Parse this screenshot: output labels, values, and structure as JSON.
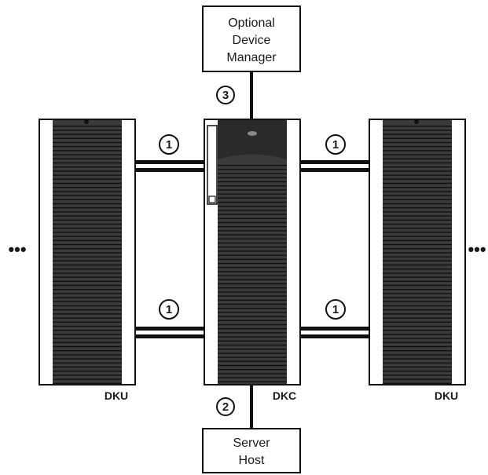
{
  "device_manager_box": {
    "lines": [
      "Optional",
      "Device",
      "Manager"
    ]
  },
  "server_host_box": {
    "lines": [
      "Server",
      "Host"
    ]
  },
  "units": {
    "left": "DKU",
    "center": "DKC",
    "right": "DKU"
  },
  "markers": {
    "device_manager_link": "3",
    "server_host_link": "2",
    "dku_link": "1"
  },
  "continuation": "•••",
  "colors": {
    "line": "#111111",
    "cabinet_fill": "#3a3a3a",
    "cabinet_stripe": "#111111",
    "background": "#ffffff"
  }
}
